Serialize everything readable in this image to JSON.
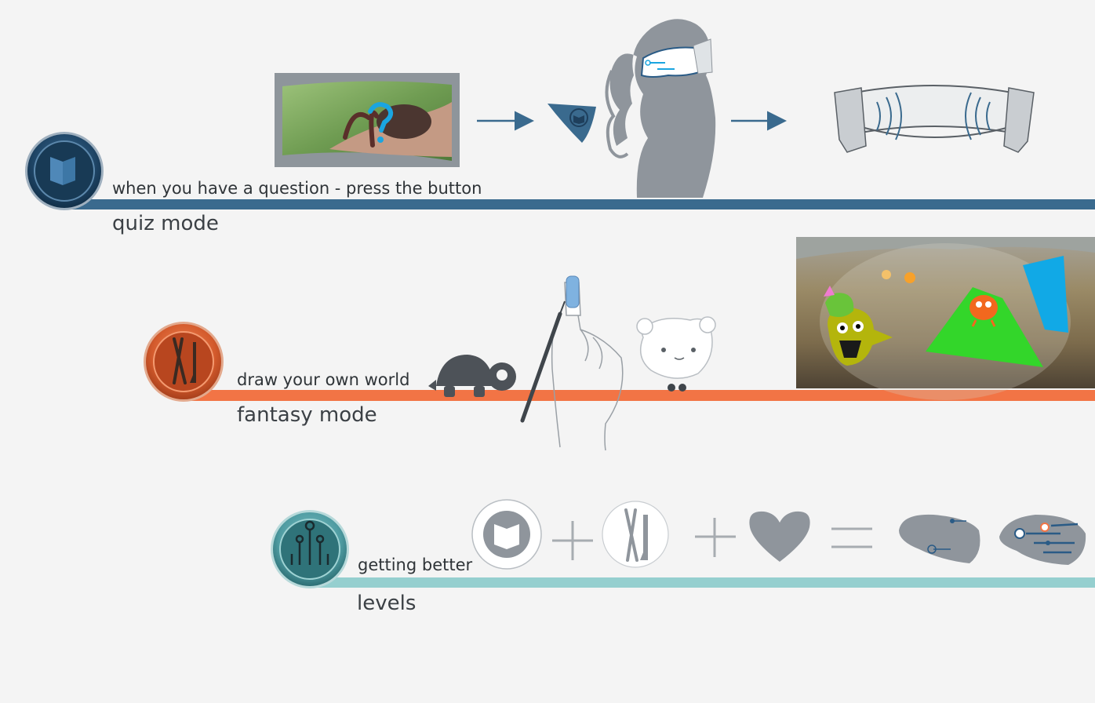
{
  "colors": {
    "background": "#f4f4f4",
    "quiz": "#3a6a8e",
    "fantasy": "#f27445",
    "levels": "#95cfcf",
    "grey_shape": "#8f959c",
    "accent_blue": "#1aa5e0"
  },
  "rows": [
    {
      "id": "quiz",
      "caption": "when you have a question - press the button",
      "title": "quiz mode",
      "icon": "book-icon"
    },
    {
      "id": "fantasy",
      "caption": "draw your own world",
      "title": "fantasy mode",
      "icon": "brush-pencil-icon"
    },
    {
      "id": "levels",
      "caption": "getting better",
      "title": "levels",
      "icon": "circuit-icon"
    }
  ]
}
